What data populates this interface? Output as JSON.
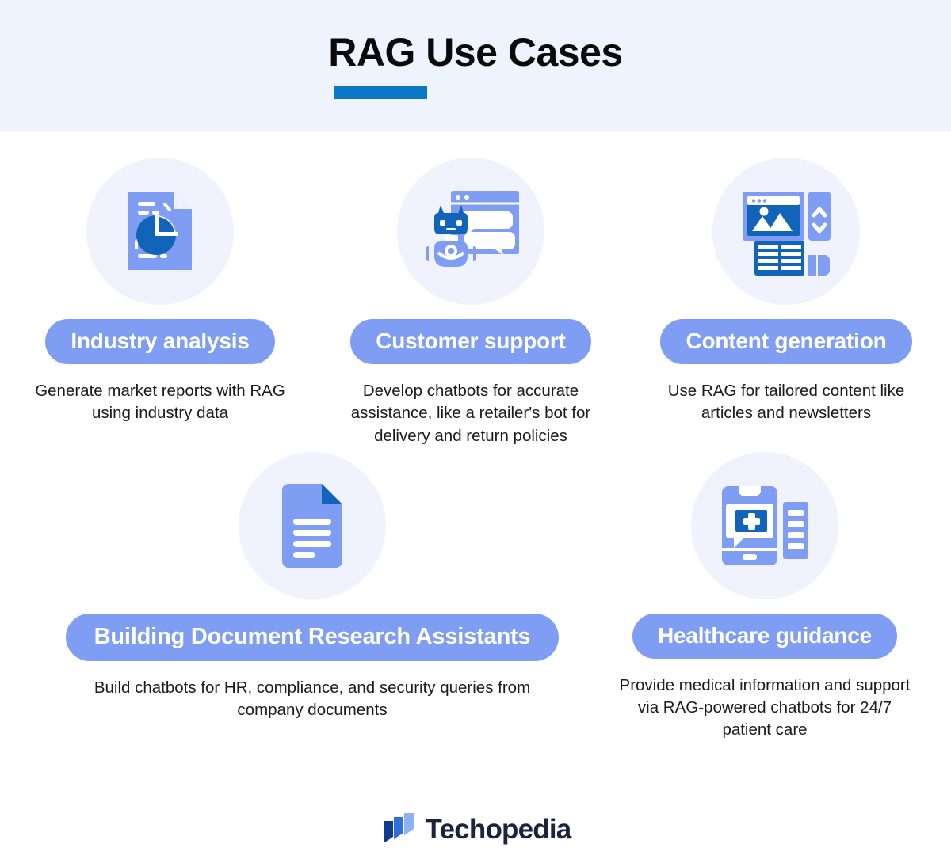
{
  "header": {
    "title": "RAG Use Cases",
    "accent_color": "#0a77c8",
    "band_color": "#eff3fe"
  },
  "theme": {
    "pill_color": "#7f9df3",
    "pill_text_color": "#ffffff",
    "icon_circle_color": "#f0f3fd",
    "icon_light_blue": "#7f9df3",
    "icon_dark_blue": "#1164ba",
    "body_text_color": "#1b1b1b",
    "page_background": "#ffffff"
  },
  "rows": [
    {
      "cards": [
        {
          "icon": "document-pie-chart-icon",
          "label": "Industry analysis",
          "description": "Generate market reports with RAG using industry data"
        },
        {
          "icon": "chatbot-window-icon",
          "label": "Customer support",
          "description": "Develop chatbots for accurate assistance, like a retailer's bot for delivery and return policies"
        },
        {
          "icon": "content-layout-icon",
          "label": "Content generation",
          "description": "Use RAG for tailored content like articles and newsletters"
        }
      ]
    },
    {
      "cards": [
        {
          "icon": "document-lines-icon",
          "label": "Building Document Research Assistants",
          "description": "Build chatbots for HR, compliance, and security queries from company documents"
        },
        {
          "icon": "mobile-medical-chat-icon",
          "label": "Healthcare guidance",
          "description": "Provide medical information and support via RAG-powered chatbots for 24/7 patient care"
        }
      ]
    }
  ],
  "footer": {
    "brand": "Techopedia",
    "logo_icon": "techopedia-logo-icon",
    "logo_colors": [
      "#123a8f",
      "#2f6fd6",
      "#8fb0f2"
    ]
  }
}
